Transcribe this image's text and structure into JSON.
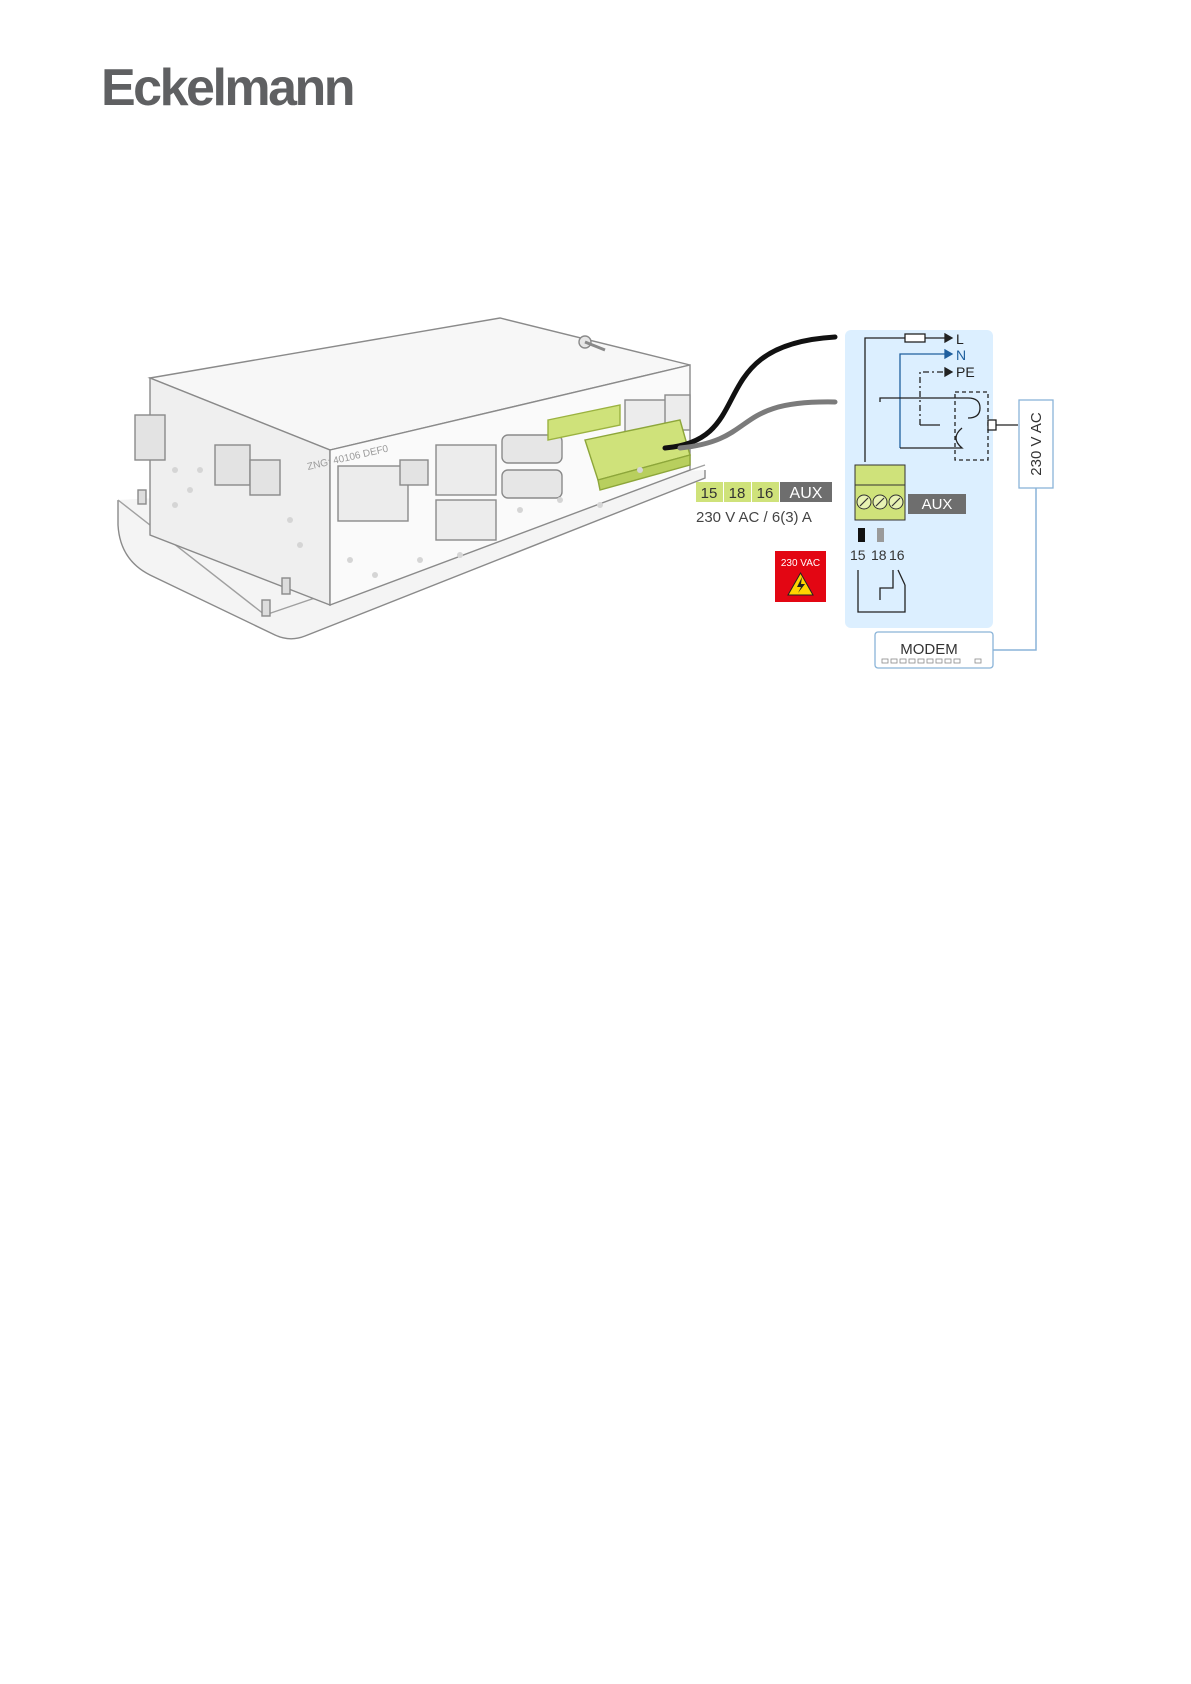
{
  "brand": {
    "logo_text": "Eckelmann"
  },
  "device": {
    "label": "ZNG: 40106 DEF0"
  },
  "aux_label_strip": {
    "terminals": [
      "15",
      "18",
      "16"
    ],
    "name": "AUX",
    "rating": "230 V AC / 6(3) A"
  },
  "warning_sign": {
    "text": "230 VAC"
  },
  "schematic": {
    "lines": [
      "L",
      "N",
      "PE"
    ],
    "connector_label": "AUX",
    "terminals": [
      "15",
      "18",
      "16"
    ],
    "supply_label": "230 V AC",
    "modem_label": "MODEM"
  },
  "colors": {
    "accent_green": "#cfe27a",
    "panel_blue": "#dcefff",
    "n_line": "#1f5f9e",
    "warning_red": "#e30613"
  }
}
